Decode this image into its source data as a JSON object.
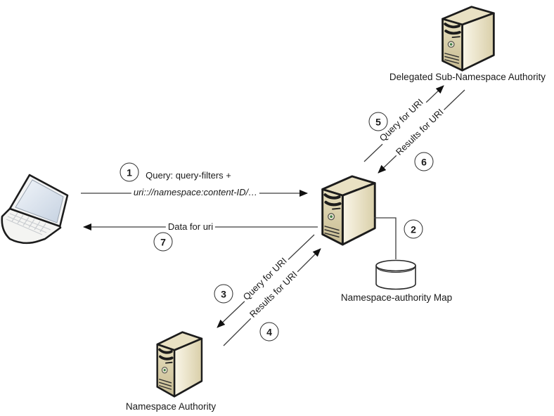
{
  "diagram": {
    "nodes": {
      "client": {
        "icon": "laptop-icon",
        "label": ""
      },
      "resolver": {
        "icon": "server-icon",
        "label": ""
      },
      "delegated_authority": {
        "icon": "server-icon",
        "label": "Delegated Sub-Namespace Authority"
      },
      "namespace_authority": {
        "icon": "server-icon",
        "label": "Namespace Authority"
      },
      "namespace_map": {
        "icon": "database-icon",
        "label": "Namespace-authority Map"
      }
    },
    "steps": {
      "s1": {
        "number": "1",
        "label_line1": "Query: query-filters +",
        "label_line2": "uri:://namespace:content-ID/…",
        "from": "client",
        "to": "resolver"
      },
      "s2": {
        "number": "2",
        "label": "",
        "from": "resolver",
        "to": "namespace_map"
      },
      "s3": {
        "number": "3",
        "label": "Query for URI",
        "from": "resolver",
        "to": "namespace_authority"
      },
      "s4": {
        "number": "4",
        "label": "Results for URI",
        "from": "namespace_authority",
        "to": "resolver"
      },
      "s5": {
        "number": "5",
        "label": "Query for URI",
        "from": "resolver",
        "to": "delegated_authority"
      },
      "s6": {
        "number": "6",
        "label": "Results for URI",
        "from": "delegated_authority",
        "to": "resolver"
      },
      "s7": {
        "number": "7",
        "label": "Data for uri",
        "from": "resolver",
        "to": "client"
      }
    },
    "colors": {
      "line": "#3d3d3d",
      "arrowhead": "#111111",
      "outline": "#1c1c1c",
      "server_front": "#d6cba6",
      "server_side": "#f3eedb",
      "server_top": "#e9e1c3",
      "screen": "#dde5ef",
      "button_led": "#3f7d46"
    }
  }
}
